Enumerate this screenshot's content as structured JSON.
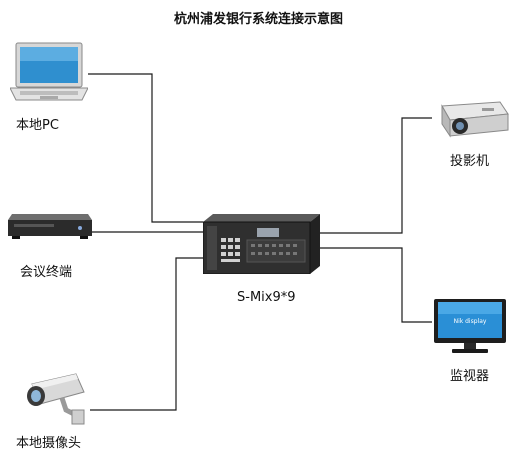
{
  "title": "杭州浦发银行系统连接示意图",
  "devices": {
    "local_pc": "本地PC",
    "video_conf": "会议终端",
    "local_camera": "本地摄像头",
    "matrix": "S-Mix9*9",
    "projector": "投影机",
    "monitor": "监视器"
  },
  "monitor_screen_text": "Nik display",
  "colors": {
    "line": "#1a1a1a",
    "screen": "#2a8fd6"
  }
}
